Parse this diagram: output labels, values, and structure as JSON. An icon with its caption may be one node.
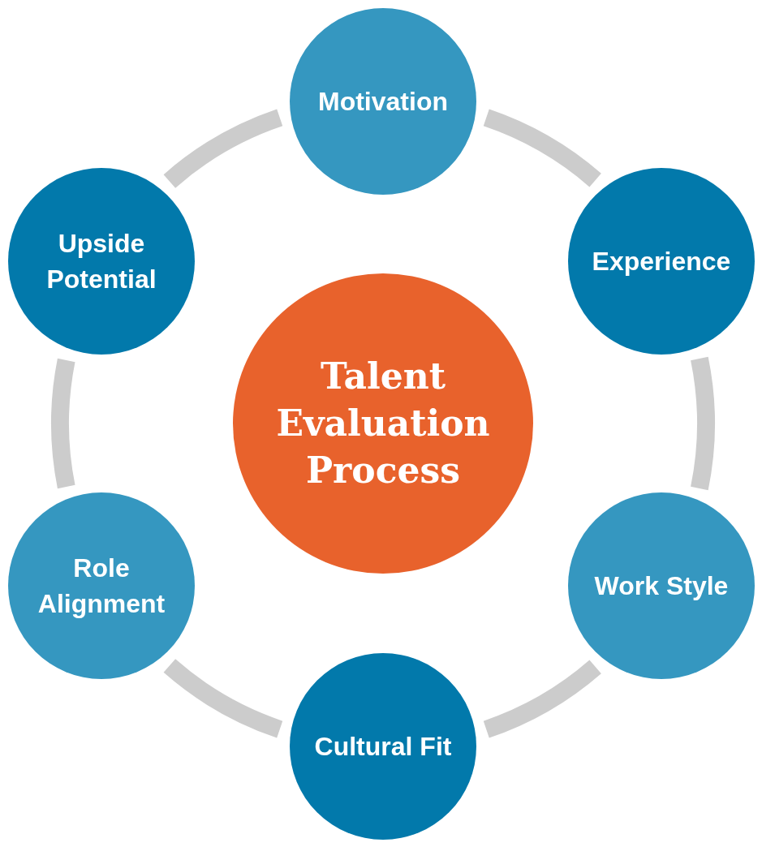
{
  "diagram": {
    "nodes": [
      {
        "text": [
          "Talent Evaluation Process"
        ]
      },
      {
        "text": [
          "Motivation"
        ]
      },
      {
        "text": [
          "Experience"
        ]
      },
      {
        "text": [
          "Work Style"
        ]
      },
      {
        "text": [
          "Cultural Fit"
        ]
      },
      {
        "text": [
          "Role Alignment"
        ]
      },
      {
        "text": [
          "Upside Potential"
        ]
      }
    ],
    "edges": [
      {
        "from": 1,
        "to": 2,
        "arrow": "none"
      },
      {
        "from": 2,
        "to": 3,
        "arrow": "none"
      },
      {
        "from": 3,
        "to": 4,
        "arrow": "none"
      },
      {
        "from": 4,
        "to": 5,
        "arrow": "none"
      },
      {
        "from": 5,
        "to": 6,
        "arrow": "none"
      },
      {
        "from": 6,
        "to": 1,
        "arrow": "none"
      }
    ]
  }
}
